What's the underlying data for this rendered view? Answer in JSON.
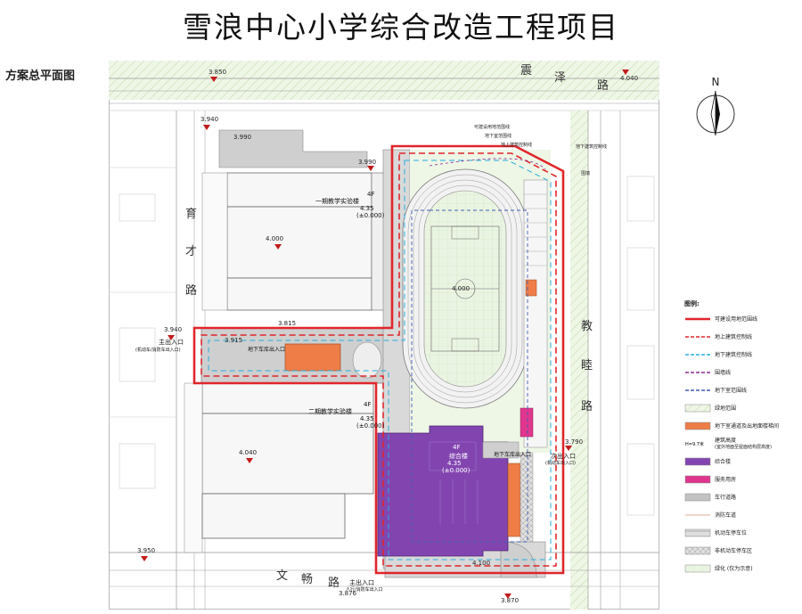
{
  "title": "雪浪中心小学综合改造工程项目",
  "subtitle": "方案总平面图",
  "north": "N",
  "roads": {
    "top": [
      "震",
      "泽",
      "路"
    ],
    "left": [
      "育",
      "才",
      "路"
    ],
    "right": [
      "教",
      "睦",
      "路"
    ],
    "bottom": [
      "文",
      "畅",
      "路"
    ]
  },
  "elevations": {
    "e1": "3.850",
    "e2": "4.040",
    "e3": "3.940",
    "e4": "3.990",
    "e5": "3.990",
    "e6": "4.000",
    "e7": "3.940",
    "e8": "3.915",
    "e9": "4.040",
    "e10": "3.950",
    "e11": "3.870",
    "e12": "3.876",
    "e13": "3.790",
    "e14": "4.100",
    "e15": "3.815",
    "e16": "4.000"
  },
  "buildings": {
    "phase1": "一期教学实验楼",
    "phase1_note": "4F",
    "phase1_elev": "4.35",
    "phase1_zero": "(±0.000)",
    "phase2": "二期教学实验楼",
    "phase2_note": "4F",
    "phase2_elev": "4.35",
    "phase2_zero": "(±0.000)",
    "complex": "综合楼",
    "complex_note": "4F",
    "complex_elev": "4.35",
    "complex_zero": "(±0.000)",
    "garage_entry": "地下车库出入口",
    "garage_entry2": "地下车库出入口"
  },
  "entrances": {
    "main_left": "主出入口",
    "main_left_sub": "(机动车/消防车出入口)",
    "main_bottom": "主出入口",
    "main_bottom_sub": "人行/消防车出入口",
    "right": "次出入口",
    "right_sub": "(机动车出入口)"
  },
  "callouts": {
    "c1": "可建设用地范围线",
    "c2": "地下室范围线",
    "c3": "地上建筑控制线",
    "c4": "地下建筑控制线",
    "c5": "围墙"
  },
  "legend": {
    "title": "图例:",
    "items": [
      {
        "label": "可建设用地范围线",
        "kind": "line",
        "color": "#e0262b",
        "style": "solid"
      },
      {
        "label": "地上建筑控制线",
        "kind": "line",
        "color": "#e0262b",
        "style": "dash"
      },
      {
        "label": "地下建筑控制线",
        "kind": "line",
        "color": "#27aee0",
        "style": "dash"
      },
      {
        "label": "围墙线",
        "kind": "line",
        "color": "#8a2b8c",
        "style": "dash"
      },
      {
        "label": "地下室范围线",
        "kind": "line",
        "color": "#3f5fb3",
        "style": "dash"
      },
      {
        "label": "绿地范围",
        "kind": "fill",
        "color": "#e6f1db",
        "style": "hatch"
      },
      {
        "label": "地下室通道及出地面楼梯间",
        "kind": "fill",
        "color": "#ee7d48",
        "style": "solid"
      },
      {
        "label": "建筑高度",
        "sub": "(室外地面至屋面结构层高度)",
        "tag": "H=9.7米",
        "kind": "text",
        "color": "#222",
        "style": "text"
      },
      {
        "label": "综合楼",
        "kind": "fill",
        "color": "#8245b0",
        "style": "solid"
      },
      {
        "label": "服务用房",
        "kind": "fill",
        "color": "#e0368e",
        "style": "solid"
      },
      {
        "label": "车行道路",
        "kind": "fill",
        "color": "#c2c2c2",
        "style": "solid"
      },
      {
        "label": "消防车道",
        "kind": "line",
        "color": "#d98d73",
        "style": "thin"
      },
      {
        "label": "机动车停车位",
        "kind": "fill",
        "color": "#ffffff",
        "style": "grid"
      },
      {
        "label": "非机动车停车区",
        "kind": "fill",
        "color": "#e0e0e0",
        "style": "xhatch"
      },
      {
        "label": "绿化 (仅为示意)",
        "kind": "fill",
        "color": "#eaf4e2",
        "style": "green"
      }
    ]
  },
  "colors": {
    "red_line": "#e0262b",
    "purple": "#8245b0",
    "orange": "#ee7d48",
    "pink": "#e0368e",
    "road_gray": "#c2c2c2",
    "green": "#e6f1db"
  }
}
